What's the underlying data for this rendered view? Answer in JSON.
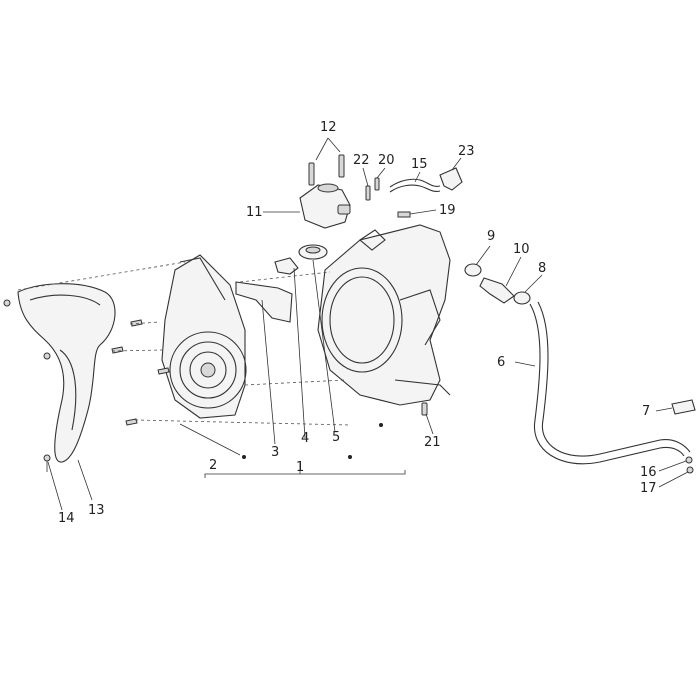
{
  "diagram": {
    "labels": {
      "l1": "1",
      "l2": "2",
      "l3": "3",
      "l4": "4",
      "l5": "5",
      "l6": "6",
      "l7": "7",
      "l8": "8",
      "l9": "9",
      "l10": "10",
      "l11": "11",
      "l12": "12",
      "l13": "13",
      "l14": "14",
      "l15": "15",
      "l16": "16",
      "l17": "17",
      "l19": "19",
      "l20": "20",
      "l21": "21",
      "l22": "22",
      "l23": "23"
    }
  }
}
